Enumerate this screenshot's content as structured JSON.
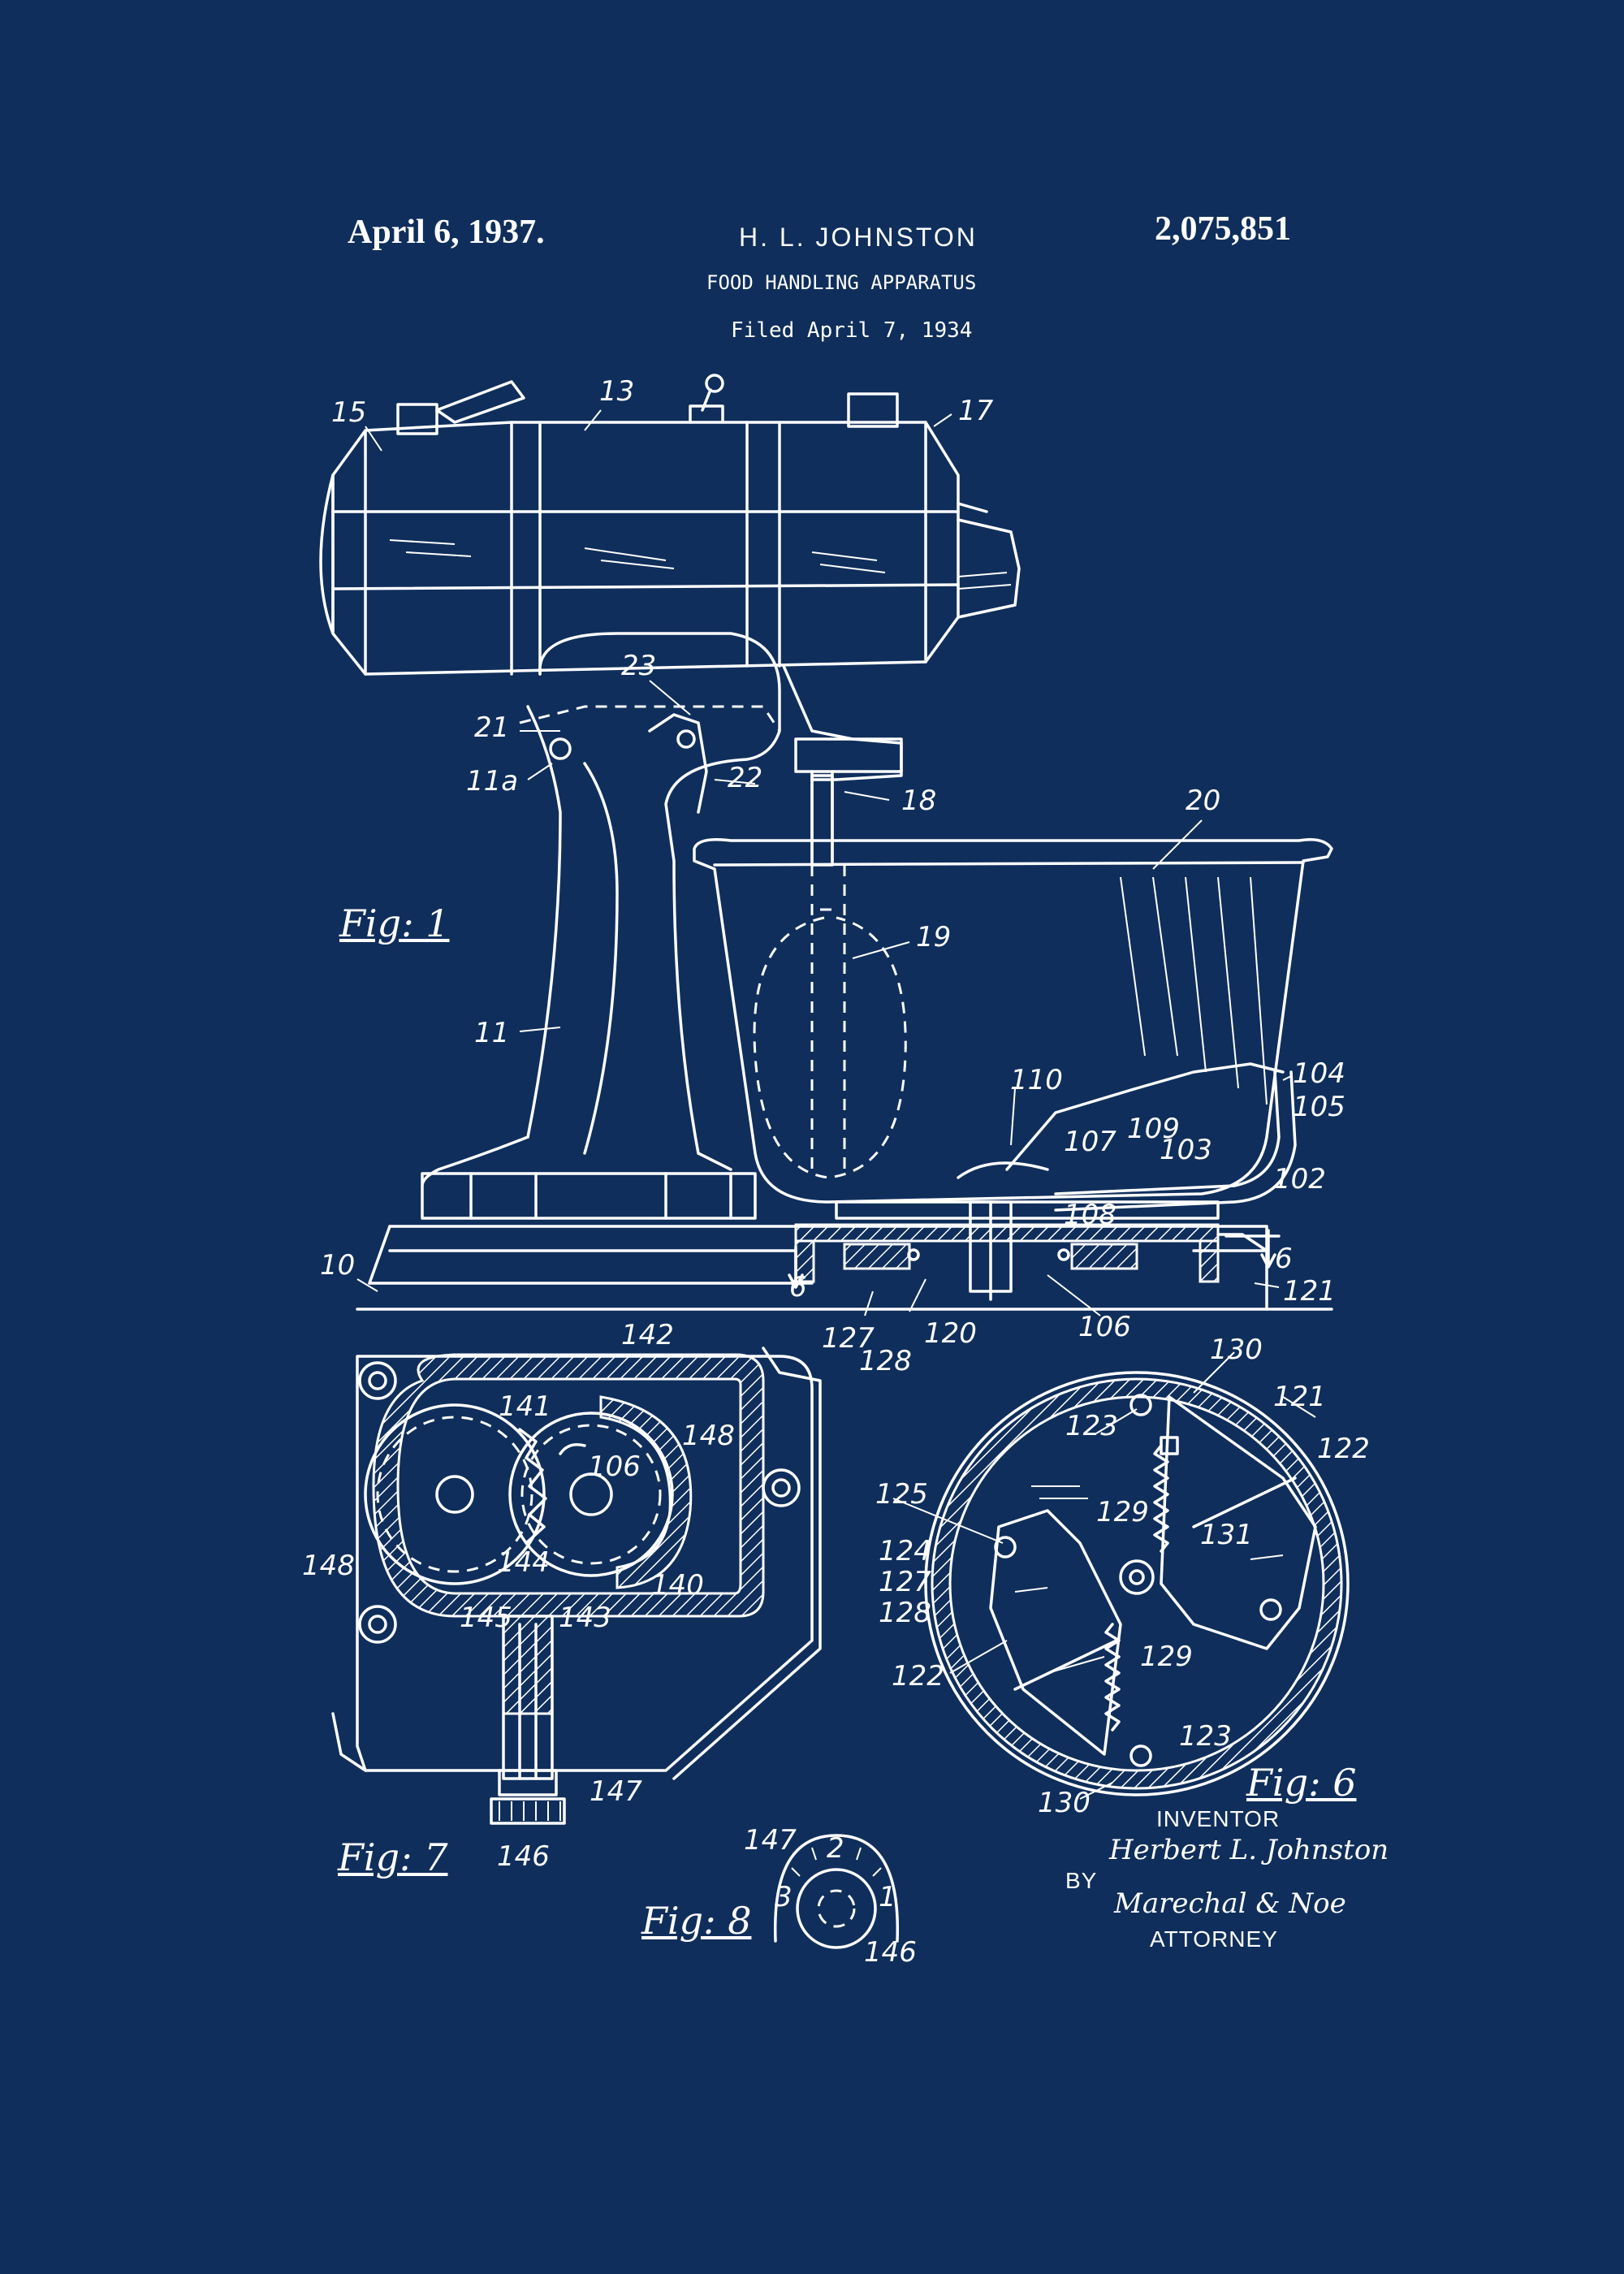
{
  "header": {
    "date": "April 6, 1937.",
    "inventor_name": "H. L. JOHNSTON",
    "patent_number": "2,075,851",
    "title": "FOOD HANDLING APPARATUS",
    "filed": "Filed April 7, 1934"
  },
  "figures": {
    "fig1": "Fig: 1",
    "fig6": "Fig: 6",
    "fig7": "Fig: 7",
    "fig8": "Fig: 8"
  },
  "fig1_labels": {
    "l15": "15",
    "l13": "13",
    "l17": "17",
    "l23": "23",
    "l21": "21",
    "l11a": "11a",
    "l22": "22",
    "l18": "18",
    "l20": "20",
    "l19": "19",
    "l11": "11",
    "l110": "110",
    "l104": "104",
    "l105": "105",
    "l107": "107",
    "l109": "109",
    "l103": "103",
    "l102": "102",
    "l108": "108",
    "l10": "10",
    "l6a": "6",
    "l6b": "6",
    "l121": "121",
    "l127": "127",
    "l128": "128",
    "l120": "120",
    "l106": "106"
  },
  "fig7_labels": {
    "l142": "142",
    "l141": "141",
    "l106": "106",
    "l148a": "148",
    "l148b": "148",
    "l144": "144",
    "l140": "140",
    "l145": "145",
    "l143": "143",
    "l147": "147",
    "l146": "146"
  },
  "fig6_labels": {
    "l130a": "130",
    "l121": "121",
    "l123a": "123",
    "l122a": "122",
    "l125": "125",
    "l129a": "129",
    "l131": "131",
    "l124": "124",
    "l127": "127",
    "l128": "128",
    "l129b": "129",
    "l122b": "122",
    "l123b": "123",
    "l130b": "130"
  },
  "fig8_labels": {
    "l147": "147",
    "l146": "146",
    "d1": "1",
    "d2": "2",
    "d3": "3"
  },
  "signature": {
    "inventor_label": "INVENTOR",
    "inventor_signature": "Herbert L. Johnston",
    "by_label": "BY",
    "attorney_signature": "Marechal & Noe",
    "attorney_label": "ATTORNEY"
  },
  "colors": {
    "background": "#0f2e5b",
    "ink": "#ffffff"
  }
}
